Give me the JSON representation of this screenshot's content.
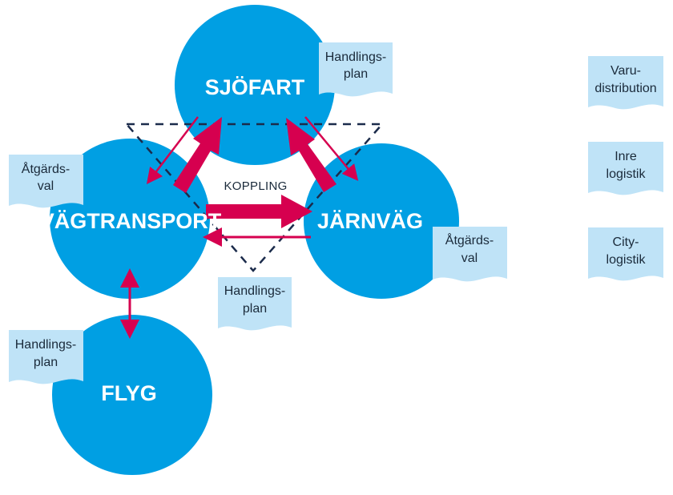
{
  "colors": {
    "circle": "#009fe3",
    "doc": "#bfe3f7",
    "arrow": "#d6004f",
    "dash": "#1b2b4b"
  },
  "nodes": {
    "sjofart": "SJÖFART",
    "vagtransport": "VÄGTRANSPORT",
    "jarnvag": "JÄRNVÄG",
    "flyg": "FLYG"
  },
  "center_label": "KOPPLING",
  "docs": {
    "sjofart_plan": [
      "Handlings-",
      "plan"
    ],
    "vag_atgard": [
      "Åtgärds-",
      "val"
    ],
    "jarn_atgard": [
      "Åtgärds-",
      "val"
    ],
    "center_plan": [
      "Handlings-",
      "plan"
    ],
    "flyg_plan": [
      "Handlings-",
      "plan"
    ],
    "varu": [
      "Varu-",
      "distribution"
    ],
    "inre": [
      "Inre",
      "logistik"
    ],
    "city": [
      "City-",
      "logistik"
    ]
  }
}
